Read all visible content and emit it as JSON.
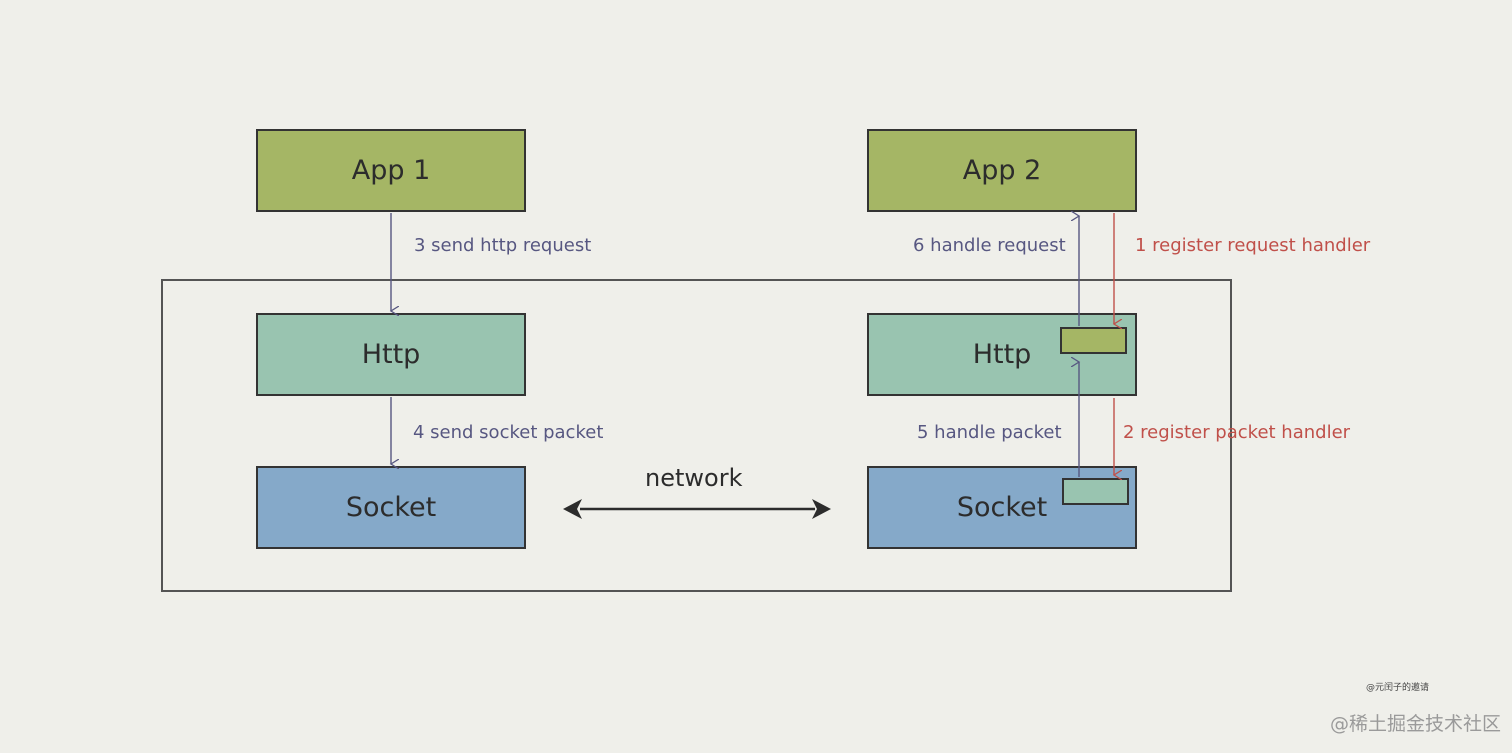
{
  "nodes": {
    "app1": "App 1",
    "app2": "App 2",
    "http_left": "Http",
    "http_right": "Http",
    "socket_left": "Socket",
    "socket_right": "Socket"
  },
  "edges": {
    "step3": "3 send http request",
    "step4": "4 send socket packet",
    "step6": "6 handle request",
    "step5": "5 handle packet",
    "step1": "1 register request handler",
    "step2": "2 register packet handler",
    "network": "network"
  },
  "watermarks": {
    "author": "@元闰子的邀请",
    "site": "@稀土掘金技术社区"
  },
  "colors": {
    "app": "#a5b665",
    "http": "#99c4b0",
    "socket": "#85a9c9",
    "blue_arrow": "#575781",
    "red_arrow": "#c0504a"
  }
}
